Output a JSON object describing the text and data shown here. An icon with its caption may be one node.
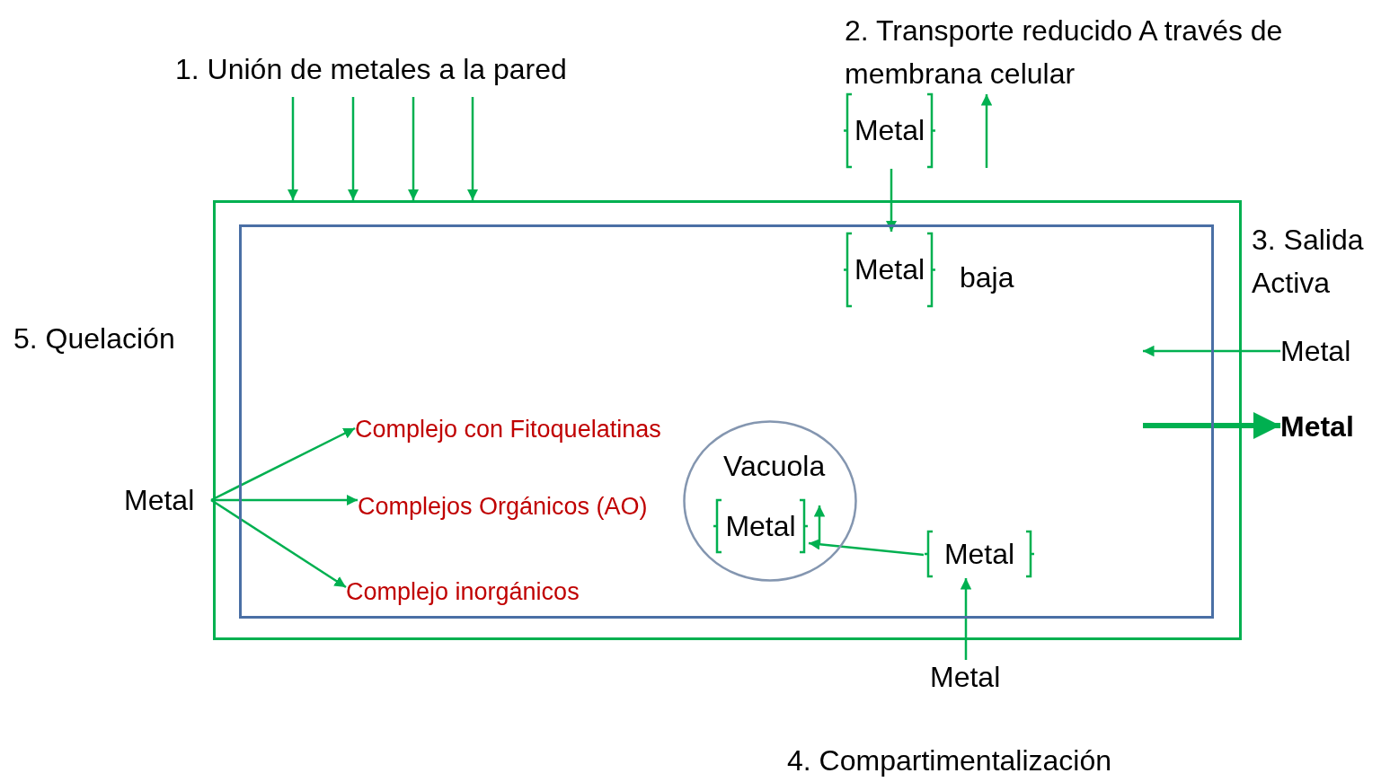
{
  "diagram": {
    "nodes": [
      {
        "text": [],
        "shape": "box"
      },
      {
        "text": [],
        "shape": "box",
        "in": 0
      },
      {
        "text": [
          "1. Unión de metales a la pared"
        ]
      },
      {
        "text": [
          "Metal"
        ]
      },
      {
        "text": [
          "Metal"
        ],
        "in": 1,
        "beside": [
          "baja"
        ]
      },
      {
        "text": [
          "Metal"
        ]
      },
      {
        "text": [
          "Metal"
        ]
      },
      {
        "text": [
          "Metal"
        ]
      },
      {
        "text": [
          "Complejo con Fitoquelatinas"
        ],
        "in": 1
      },
      {
        "text": [
          "Complejos Orgánicos (AO)"
        ],
        "in": 1
      },
      {
        "text": [
          "Complejo inorgánicos"
        ],
        "in": 1
      },
      {
        "text": [
          "Vacuola"
        ],
        "in": 1
      },
      {
        "text": [
          "Metal"
        ],
        "in": 11
      },
      {
        "text": [
          "Metal"
        ],
        "in": 1
      },
      {
        "text": [
          "Metal"
        ]
      }
    ],
    "edges": [
      {
        "from": 2,
        "to": 0,
        "arrow": "to"
      },
      {
        "from": 2,
        "to": 0,
        "arrow": "to"
      },
      {
        "from": 2,
        "to": 0,
        "arrow": "to"
      },
      {
        "from": 2,
        "to": 0,
        "arrow": "to"
      },
      {
        "from": 3,
        "to": 4,
        "arrow": "to"
      },
      {
        "from": 5,
        "to": null,
        "arrow": "to"
      },
      {
        "from": null,
        "to": 6,
        "arrow": "to",
        "style": "thick"
      },
      {
        "from": 7,
        "to": 8,
        "arrow": "to"
      },
      {
        "from": 7,
        "to": 9,
        "arrow": "to"
      },
      {
        "from": 7,
        "to": 10,
        "arrow": "to"
      },
      {
        "from": 13,
        "to": 12,
        "arrow": "to"
      },
      {
        "from": 14,
        "to": 13,
        "arrow": "to"
      }
    ],
    "labels": [
      "2. Transporte reducido A través de membrana celular",
      "3. Salida Activa",
      "5. Quelación",
      "4. Compartimentalización"
    ]
  }
}
